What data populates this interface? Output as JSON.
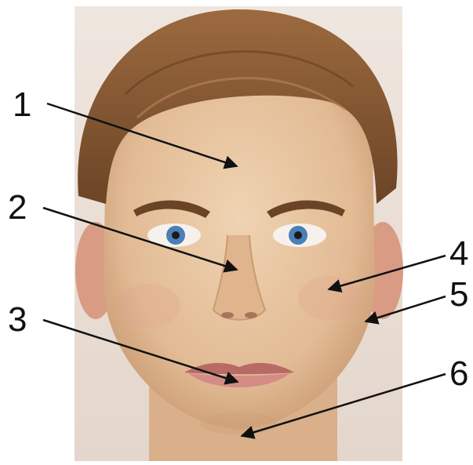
{
  "diagram": {
    "labels": [
      {
        "id": "1",
        "text": "1"
      },
      {
        "id": "2",
        "text": "2"
      },
      {
        "id": "3",
        "text": "3"
      },
      {
        "id": "4",
        "text": "4"
      },
      {
        "id": "5",
        "text": "5"
      },
      {
        "id": "6",
        "text": "6"
      }
    ]
  },
  "colors": {
    "background": "#e9ddd4",
    "skin": "#e6c39e",
    "skin_shadow": "#c99a73",
    "hair": "#8a5a33",
    "hair_dark": "#5e3a1e",
    "iris": "#4a7fb8",
    "lips": "#c97a78",
    "arrow": "#111111"
  }
}
